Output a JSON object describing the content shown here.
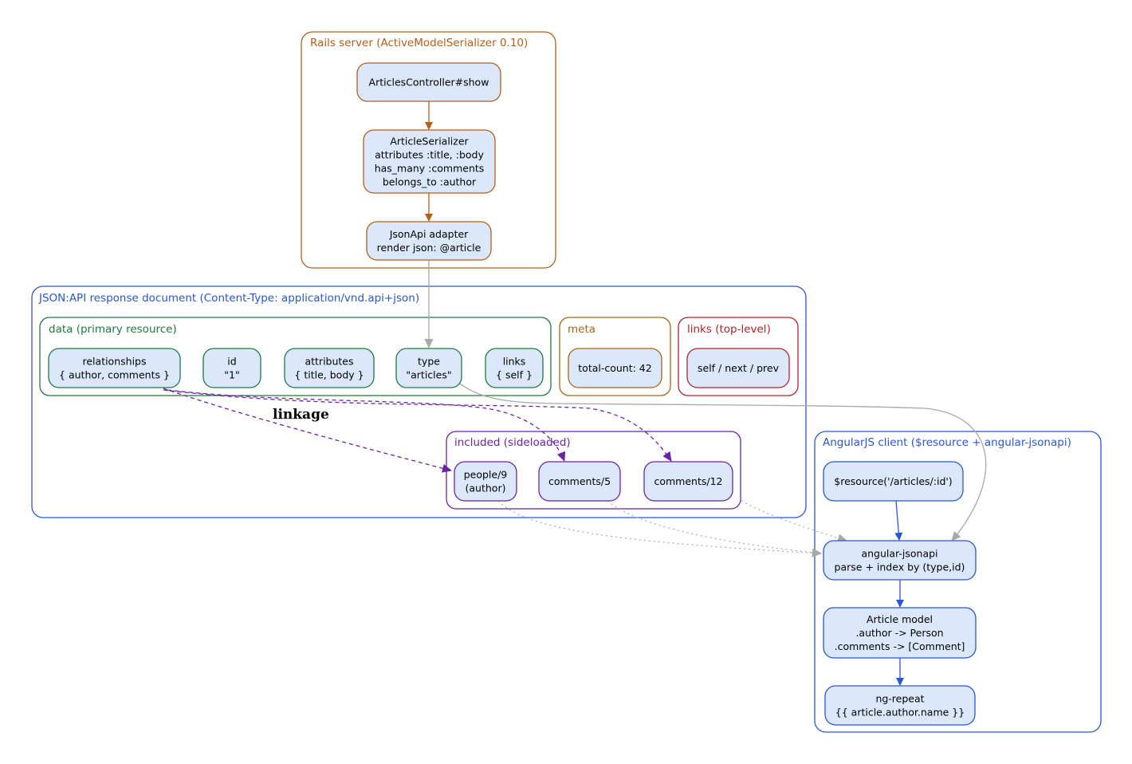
{
  "colors": {
    "rails": "#b85c14",
    "api": "#2a55d4",
    "data": "#1f7a3d",
    "meta": "#a86414",
    "links": "#b4232b",
    "included": "#6a22a8",
    "client": "#2a55d4",
    "node_fill": "#dbe8fb",
    "grey_edge": "#a8a8a8",
    "linkage_edge": "#6a22a8"
  },
  "clusters": {
    "rails": {
      "label": "Rails server (ActiveModelSerializer 0.10)"
    },
    "api": {
      "label": "JSON:API response document (Content-Type: application/vnd.api+json)"
    },
    "data": {
      "label": "data (primary resource)"
    },
    "meta": {
      "label": "meta"
    },
    "links": {
      "label": "links (top-level)"
    },
    "included": {
      "label": "included (sideloaded)"
    },
    "client": {
      "label": "AngularJS client ($resource + angular-jsonapi)"
    }
  },
  "nodes": {
    "controller": {
      "lines": [
        "ArticlesController#show"
      ]
    },
    "serializer": {
      "lines": [
        "ArticleSerializer",
        "attributes :title, :body",
        "has_many :comments",
        "belongs_to :author"
      ]
    },
    "adapter": {
      "lines": [
        "JsonApi adapter",
        "render json: @article"
      ]
    },
    "relationships": {
      "lines": [
        "relationships",
        "{ author, comments }"
      ]
    },
    "id": {
      "lines": [
        "id",
        "\"1\""
      ]
    },
    "attributes": {
      "lines": [
        "attributes",
        "{ title, body }"
      ]
    },
    "type": {
      "lines": [
        "type",
        "\"articles\""
      ]
    },
    "links_self": {
      "lines": [
        "links",
        "{ self }"
      ]
    },
    "total_count": {
      "lines": [
        "total-count: 42"
      ]
    },
    "top_links": {
      "lines": [
        "self / next / prev"
      ]
    },
    "people9": {
      "lines": [
        "people/9",
        "(author)"
      ]
    },
    "comments5": {
      "lines": [
        "comments/5"
      ]
    },
    "comments12": {
      "lines": [
        "comments/12"
      ]
    },
    "resource": {
      "lines": [
        "$resource('/articles/:id')"
      ]
    },
    "jsonapi": {
      "lines": [
        "angular-jsonapi",
        "parse + index by (type,id)"
      ]
    },
    "article_model": {
      "lines": [
        "Article model",
        ".author -> Person",
        ".comments -> [Comment]"
      ]
    },
    "ng_repeat": {
      "lines": [
        "ng-repeat",
        "{{ article.author.name }}"
      ]
    }
  },
  "edges": {
    "linkage_label": "linkage"
  }
}
